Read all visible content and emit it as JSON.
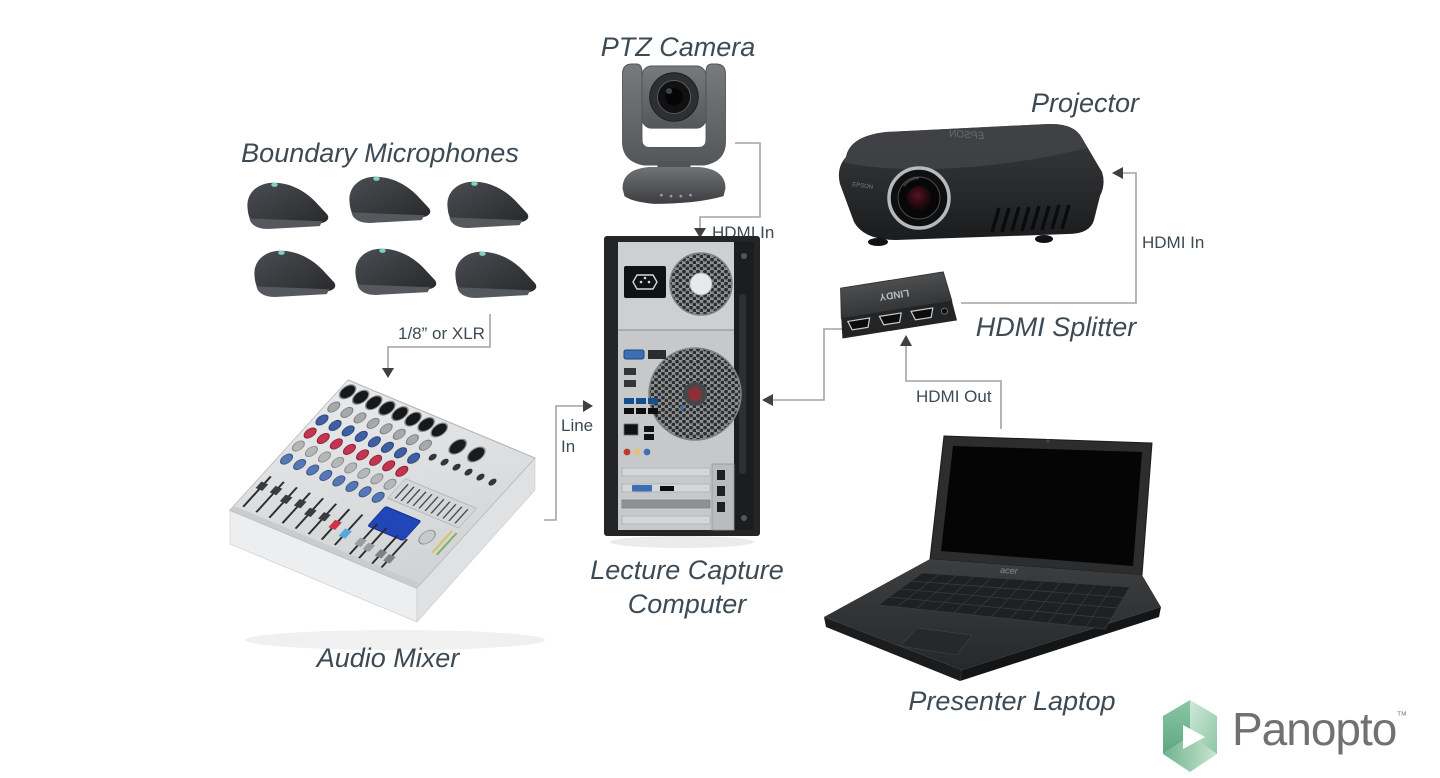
{
  "page": {
    "background": "#ffffff"
  },
  "palette": {
    "label_text": "#3d4a54",
    "connector_line": "#a3a3a3",
    "connector_arrow": "#3e4042",
    "mixer_knob_red": "#c23550",
    "mixer_knob_blue": "#3f5fa3",
    "mic_led_teal": "#7ed0c0"
  },
  "devices": {
    "boundary_microphones": {
      "label": "Boundary Microphones",
      "count": 6
    },
    "ptz_camera": {
      "label": "PTZ Camera"
    },
    "projector": {
      "label": "Projector",
      "brand": "EPSON"
    },
    "hdmi_splitter": {
      "label": "HDMI Splitter",
      "brand": "LINDY"
    },
    "lecture_capture_computer": {
      "label": [
        "Lecture Capture",
        "Computer"
      ]
    },
    "audio_mixer": {
      "label": "Audio Mixer"
    },
    "presenter_laptop": {
      "label": "Presenter Laptop",
      "brand": "acer"
    }
  },
  "connections": {
    "mics_to_mixer": {
      "label": "1/8” or XLR"
    },
    "mixer_to_computer": {
      "label": [
        "Line",
        "In"
      ]
    },
    "camera_to_computer": {
      "label": "HDMI In"
    },
    "splitter_to_projector": {
      "label": "HDMI In"
    },
    "laptop_to_splitter": {
      "label": "HDMI Out"
    }
  },
  "logo": {
    "wordmark": "Panopto",
    "trademark": "™",
    "icon_greens": [
      "#5fa682",
      "#8cc7a4",
      "#c8e5d0"
    ],
    "text_color": "#6f7173"
  }
}
